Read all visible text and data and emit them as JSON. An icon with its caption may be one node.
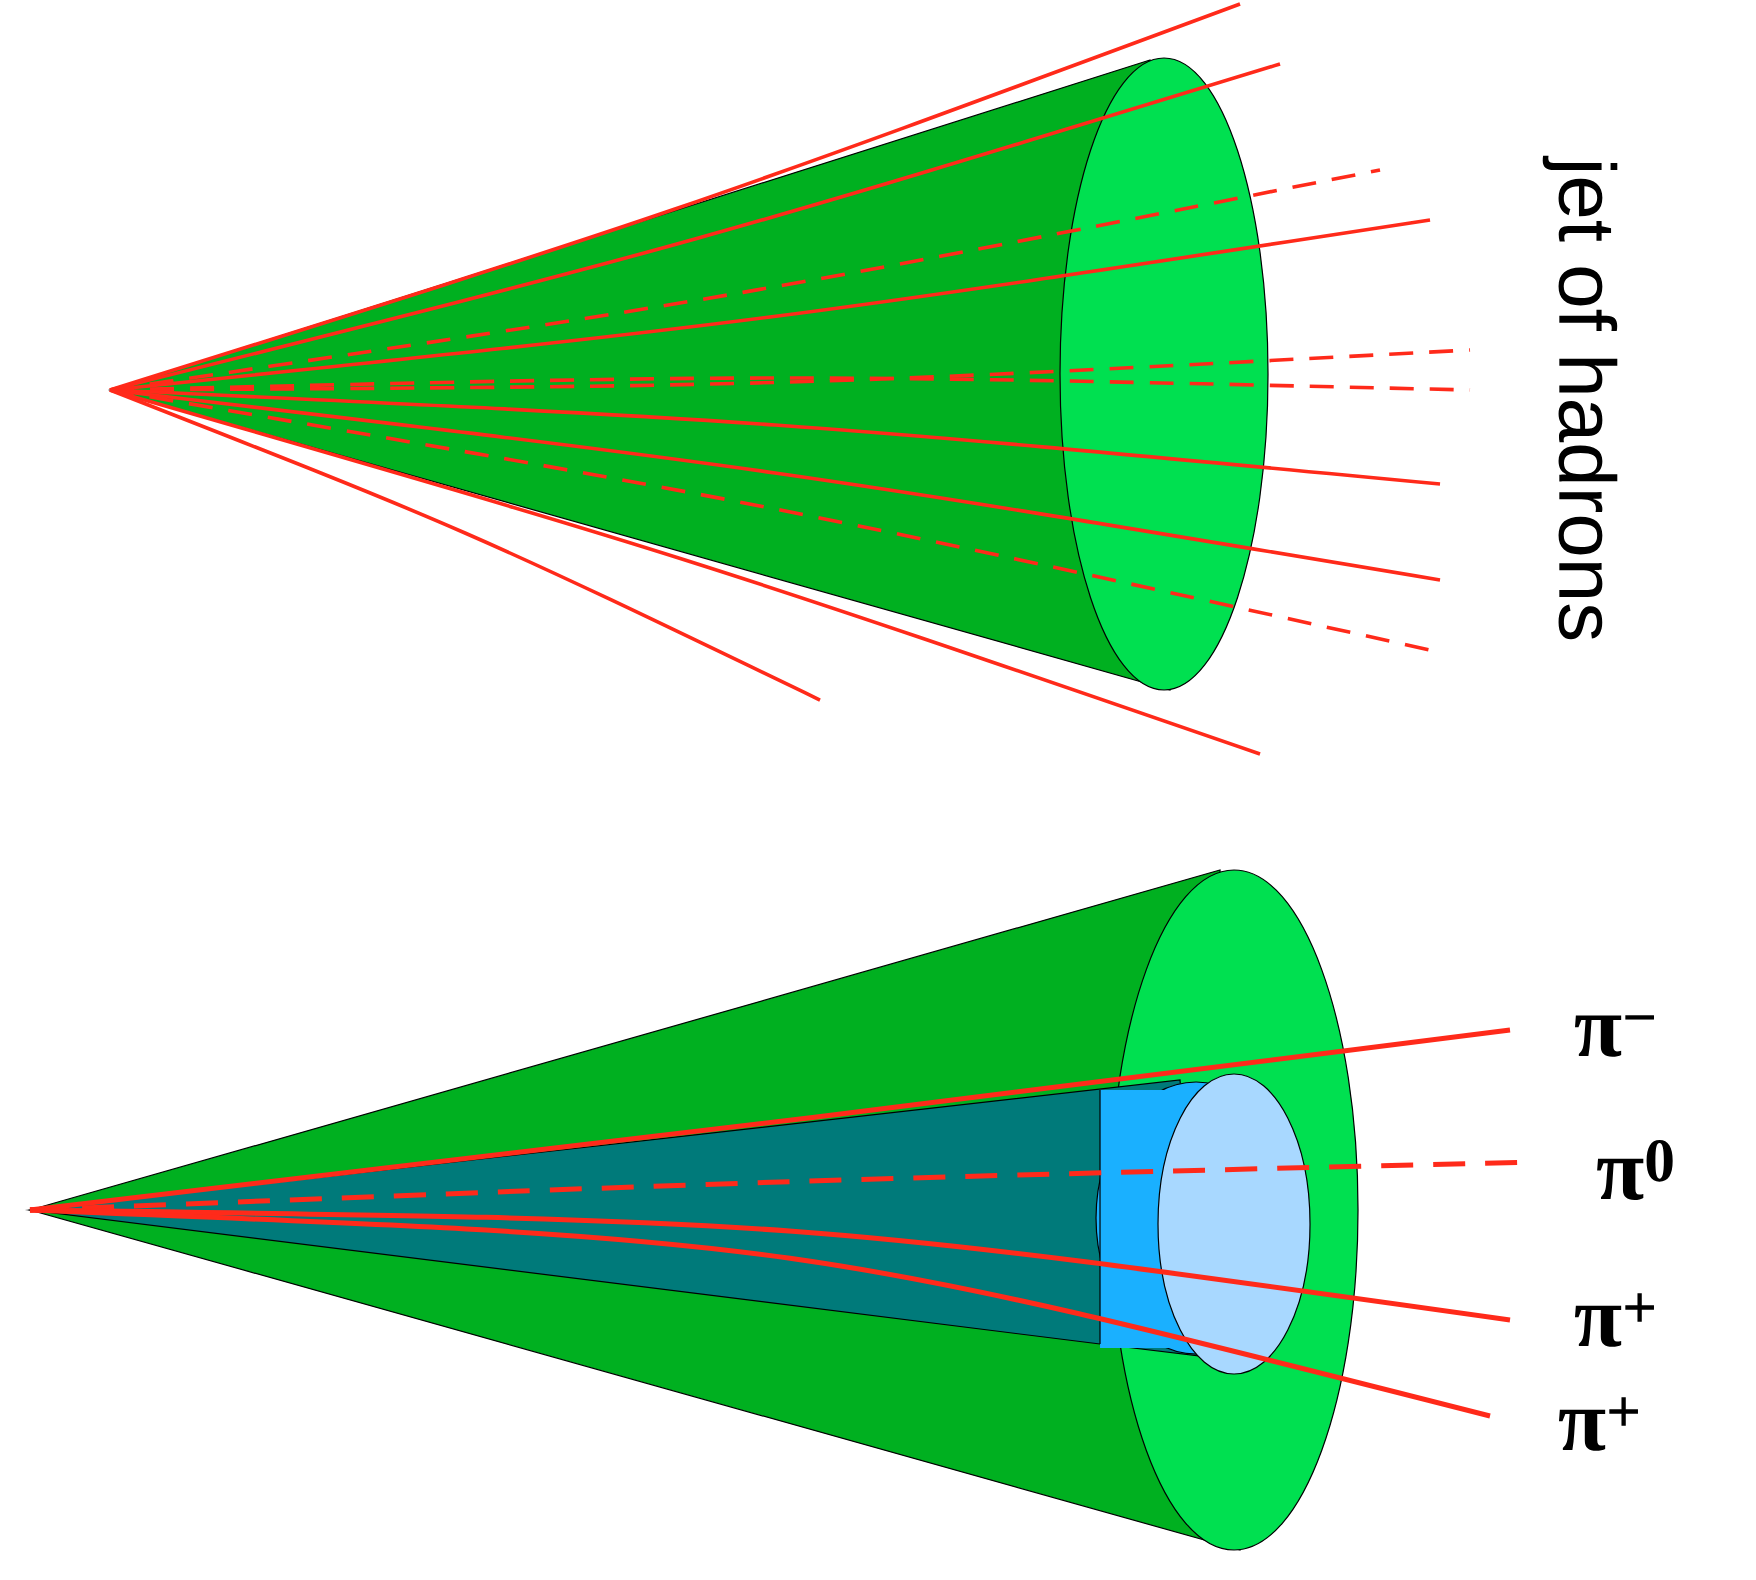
{
  "diagram": {
    "labels": [
      "jet of hadrons",
      "π$^{−}$",
      "π$^{0}$",
      "π$^{+}$",
      "π$^{+}$"
    ]
  }
}
